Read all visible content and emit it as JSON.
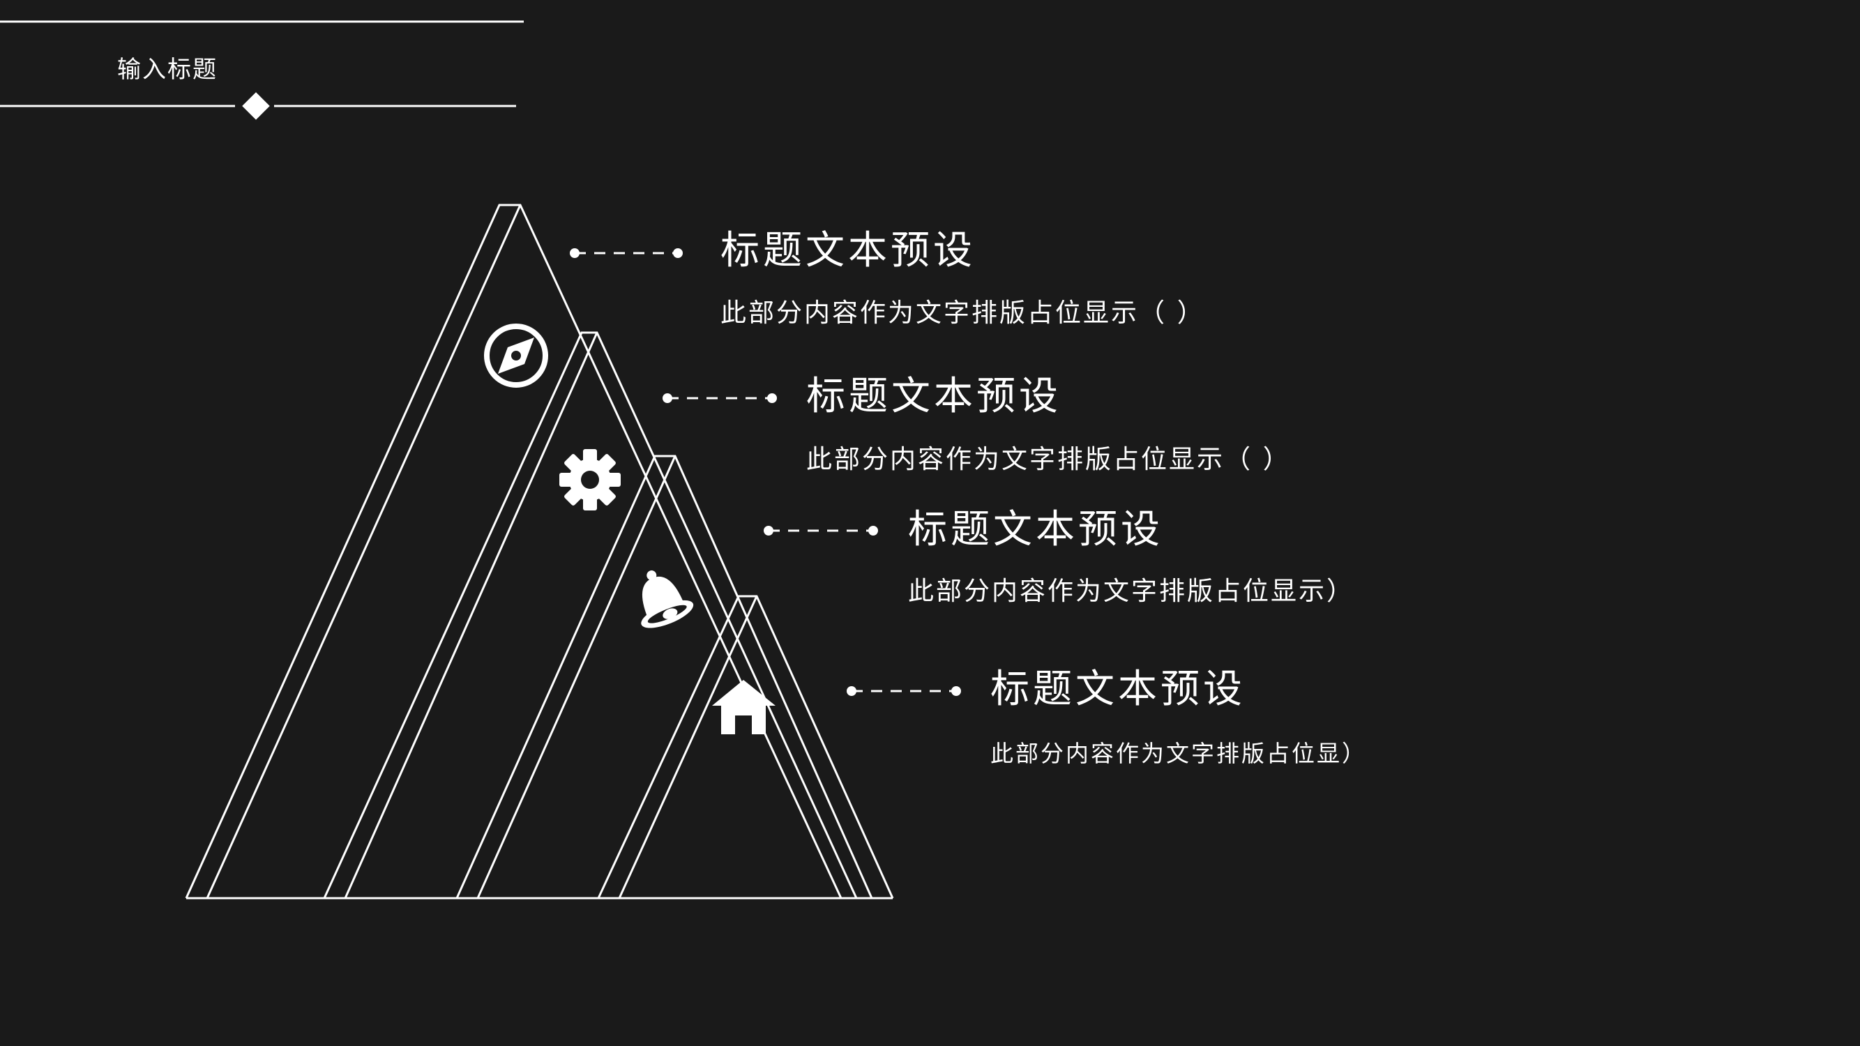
{
  "header": {
    "title": "输入标题"
  },
  "items": [
    {
      "icon": "compass-icon",
      "title": "标题文本预设",
      "description": "此部分内容作为文字排版占位显示（ ）"
    },
    {
      "icon": "gear-icon",
      "title": "标题文本预设",
      "description": "此部分内容作为文字排版占位显示（ ）"
    },
    {
      "icon": "bell-icon",
      "title": "标题文本预设",
      "description": "此部分内容作为文字排版占位显示）"
    },
    {
      "icon": "home-icon",
      "title": "标题文本预设",
      "description": "此部分内容作为文字排版占位显）"
    }
  ],
  "colors": {
    "background": "#1a1a1a",
    "foreground": "#ffffff"
  }
}
